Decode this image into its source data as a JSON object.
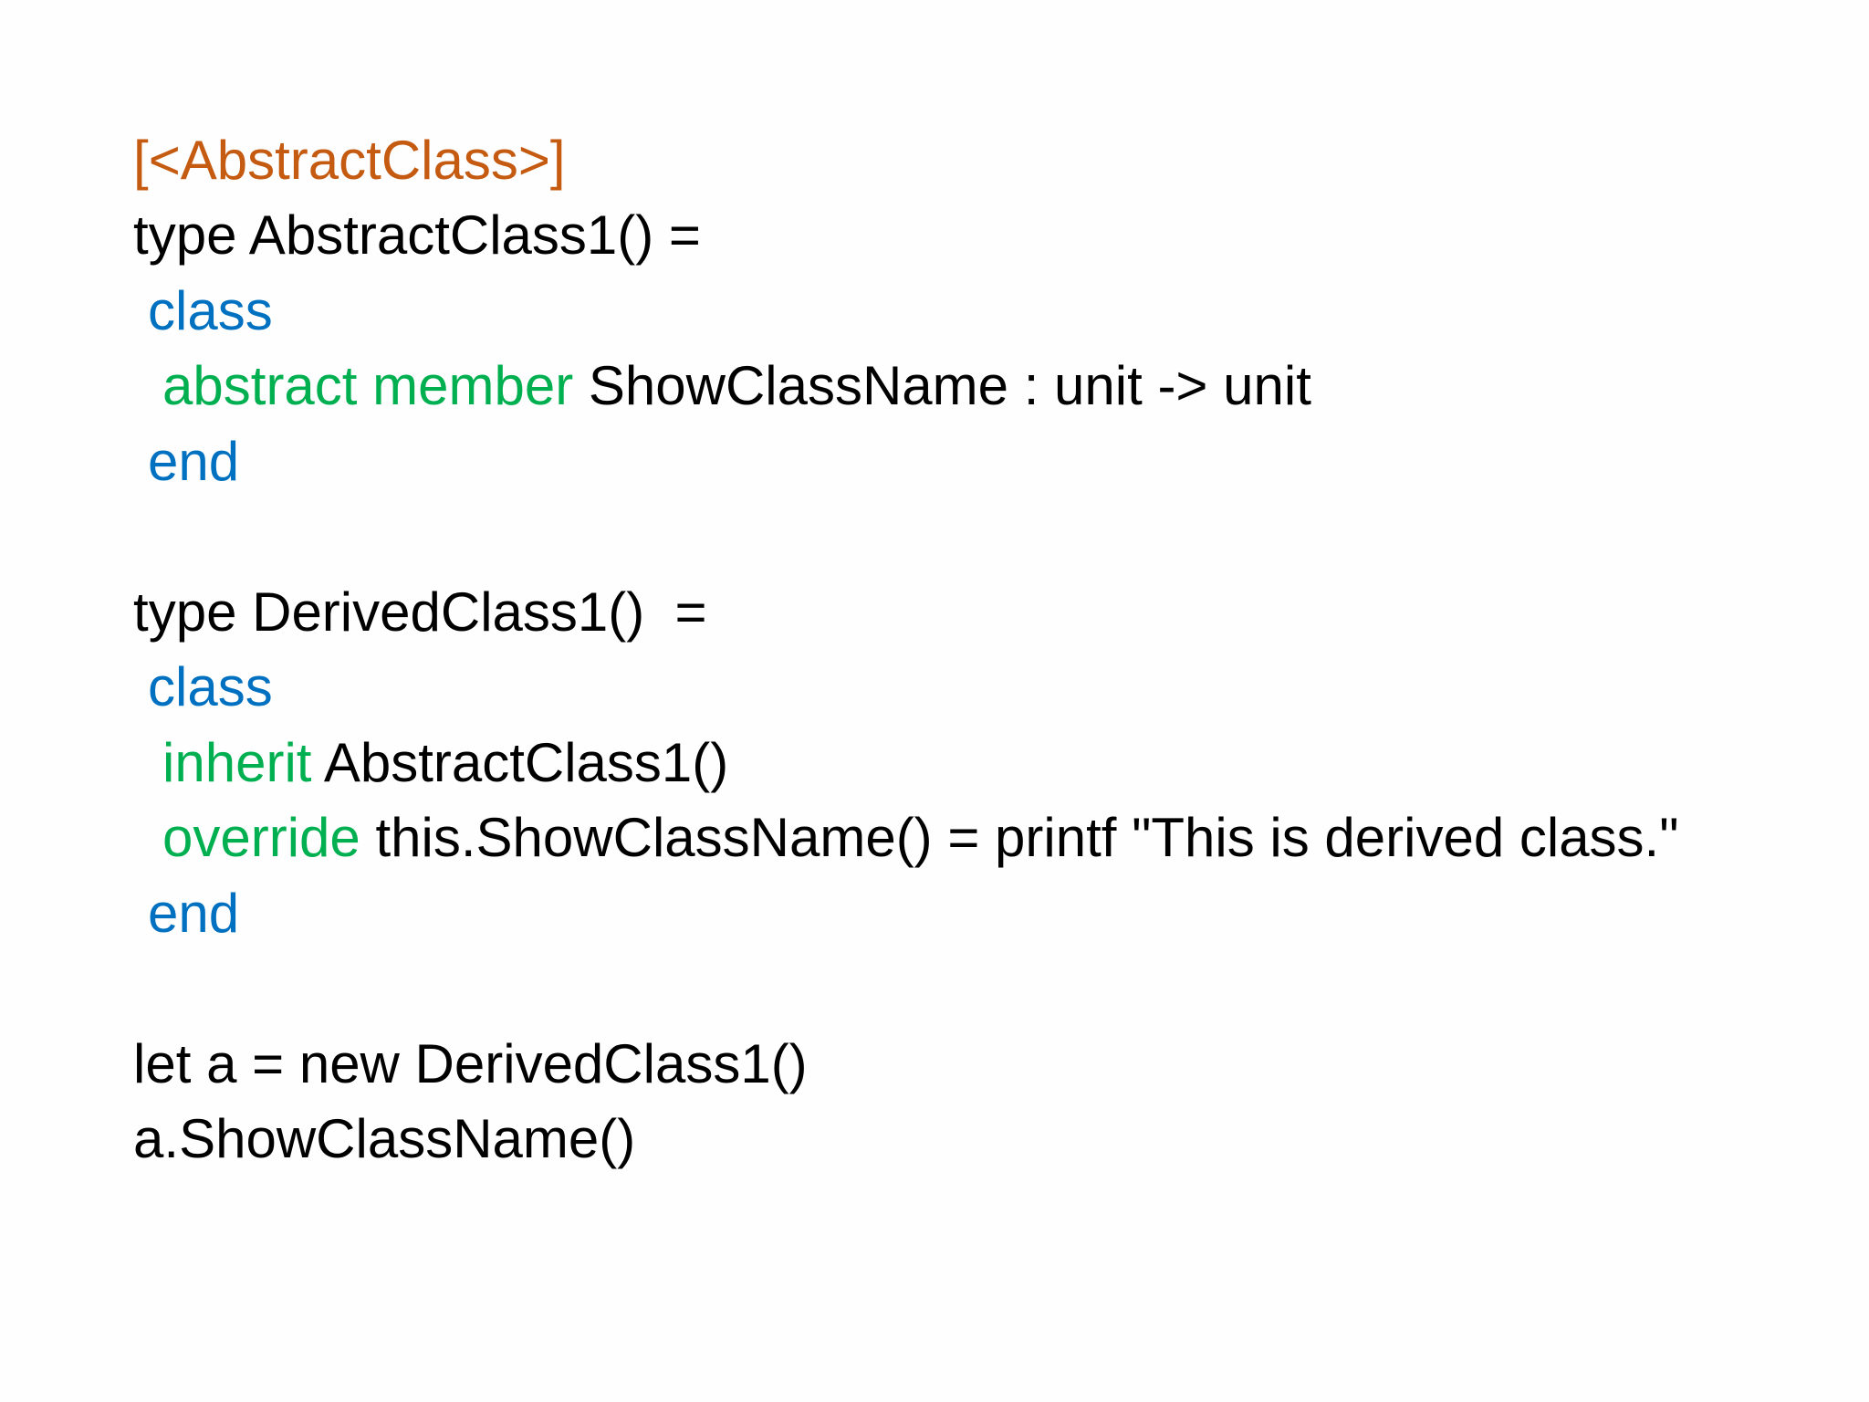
{
  "code": {
    "attribute": "[<AbstractClass>]",
    "type1_decl": "type AbstractClass1() =",
    "kw_class_1": "class",
    "kw_abstract_member": "abstract member",
    "abstract_sig": " ShowClassName : unit -> unit",
    "kw_end_1": "end",
    "type2_decl": "type DerivedClass1()  =",
    "kw_class_2": "class",
    "kw_inherit": "inherit",
    "inherit_target": " AbstractClass1()",
    "kw_override": "override",
    "override_body": " this.ShowClassName() = printf \"This is derived class.\"",
    "kw_end_2": "end",
    "let_line": "let a = new DerivedClass1()",
    "call_line": "a.ShowClassName()"
  },
  "colors": {
    "attribute": "#c55a11",
    "keyword_blue": "#0070c0",
    "keyword_green": "#00b050",
    "text": "#000000"
  }
}
